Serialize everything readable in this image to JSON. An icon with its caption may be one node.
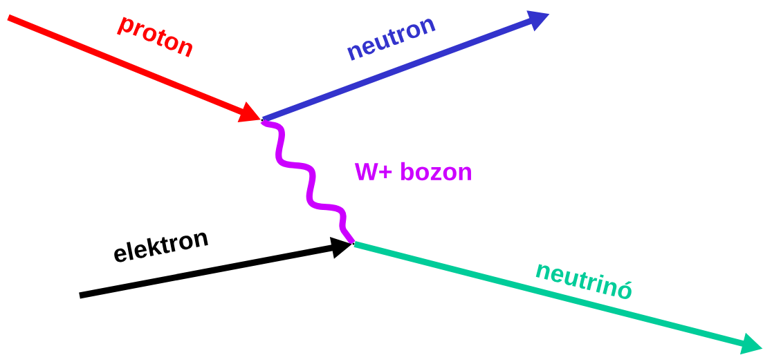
{
  "diagram": {
    "nodes": [
      {
        "text": [],
        "shape": "point"
      },
      {
        "text": [],
        "shape": "point"
      }
    ],
    "edges": [
      {
        "from": null,
        "to": 0,
        "arrow": "to",
        "label": "proton",
        "color": "#ff0000"
      },
      {
        "from": 0,
        "to": null,
        "arrow": "to",
        "label": "neutron",
        "color": "#3333cc"
      },
      {
        "from": 0,
        "to": 1,
        "arrow": "none",
        "label": "W+ bozon",
        "color": "#cc00ff"
      },
      {
        "from": null,
        "to": 1,
        "arrow": "to",
        "label": "elektron",
        "color": "#000000"
      },
      {
        "from": 1,
        "to": null,
        "arrow": "to",
        "label": "neutrinó",
        "color": "#00cc99"
      }
    ]
  }
}
